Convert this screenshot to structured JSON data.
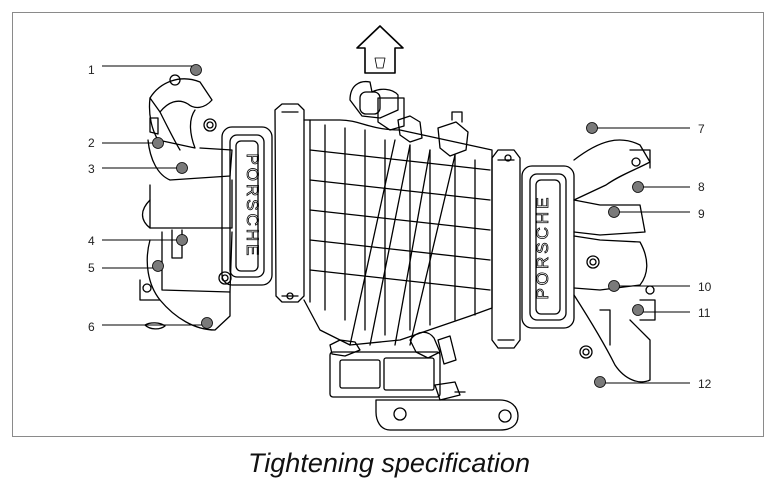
{
  "diagram": {
    "caption": "Tightening specification",
    "callouts": [
      "1",
      "2",
      "3",
      "4",
      "5",
      "6",
      "7",
      "8",
      "9",
      "10",
      "11",
      "12"
    ],
    "logo_text_left": "PORSCHE",
    "logo_text_right": "PORSCHE",
    "bolt_color": "#7a7a7a",
    "line_color": "#000000"
  }
}
